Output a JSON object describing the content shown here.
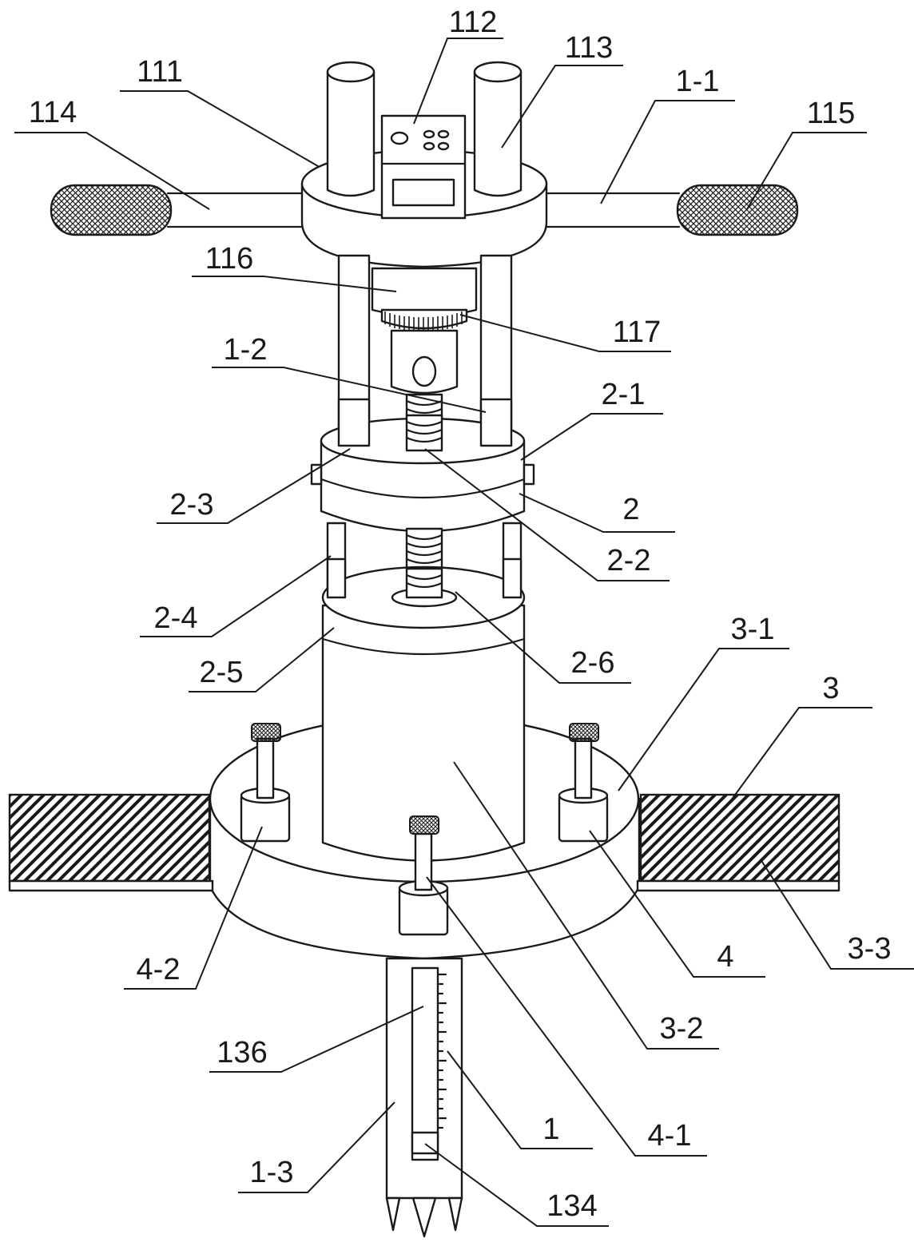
{
  "labels": {
    "l112": "112",
    "l113": "113",
    "l111": "111",
    "l1_1": "1-1",
    "l114": "114",
    "l115": "115",
    "l116": "116",
    "l117": "117",
    "l1_2": "1-2",
    "l2_1": "2-1",
    "l2_3": "2-3",
    "l2": "2",
    "l2_2": "2-2",
    "l2_4": "2-4",
    "l2_6": "2-6",
    "l2_5": "2-5",
    "l3_1": "3-1",
    "l3": "3",
    "l4_2": "4-2",
    "l4": "4",
    "l3_3": "3-3",
    "l3_2": "3-2",
    "l136": "136",
    "l1": "1",
    "l4_1": "4-1",
    "l1_3": "1-3",
    "l134": "134"
  },
  "colors": {
    "stroke": "#1a1a1a",
    "fill": "#ffffff"
  }
}
